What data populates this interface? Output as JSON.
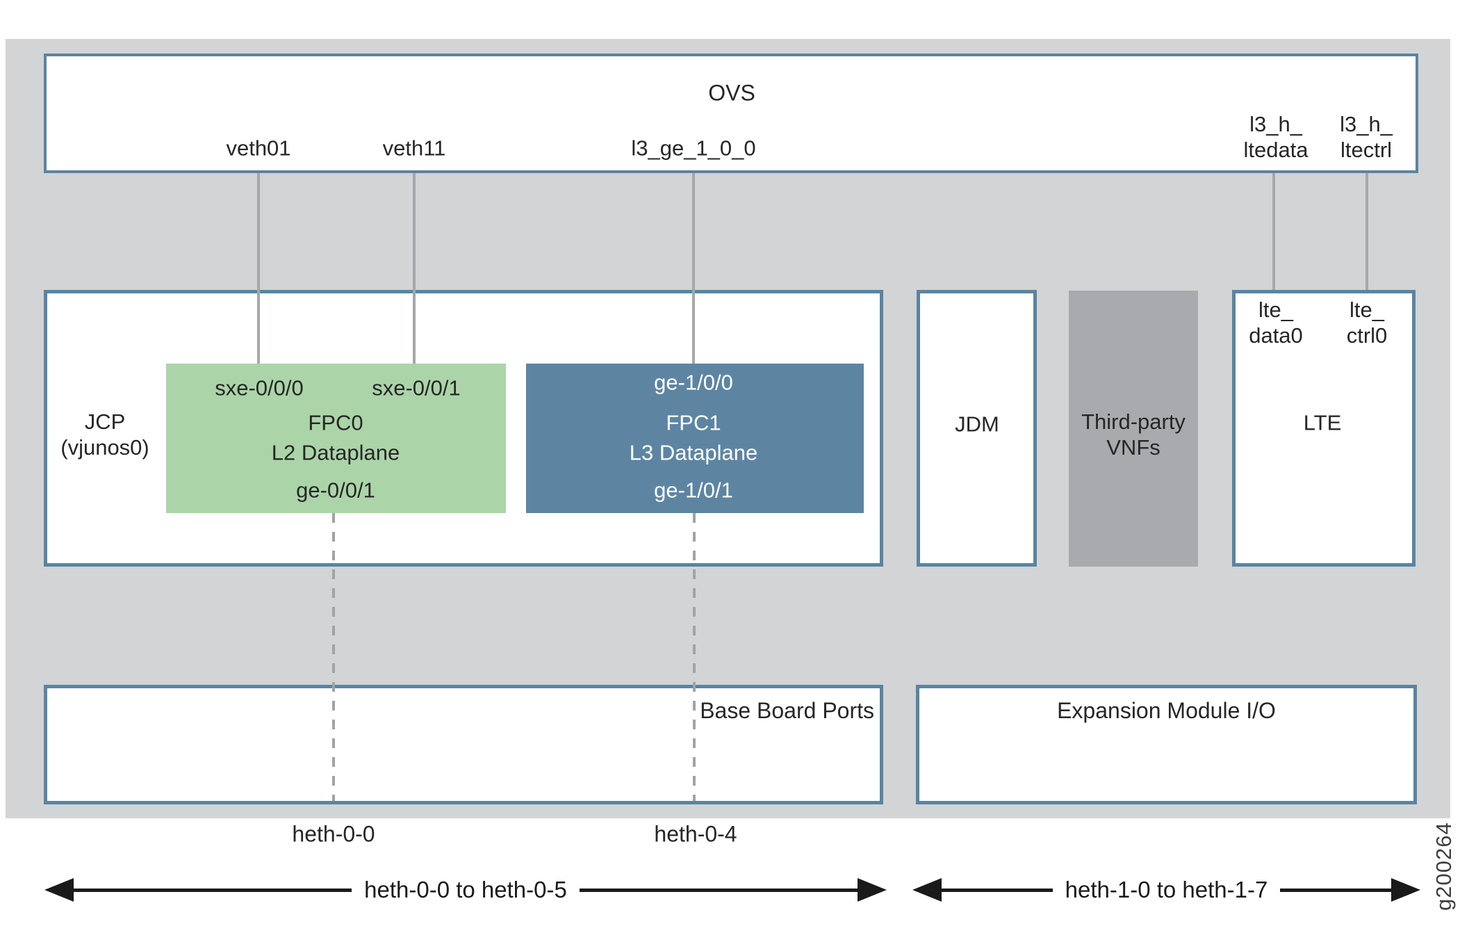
{
  "colors": {
    "panel_bg": "#d2d4d6",
    "box_border": "#5a84a2",
    "fpc0_fill": "#abd5a8",
    "fpc1_fill": "#5d85a2",
    "vnf_fill": "#a8aaad",
    "connector_gray": "#a5a7aa",
    "arrow_black": "#1a1a1a"
  },
  "ovs": {
    "title": "OVS",
    "ports": {
      "veth01": "veth01",
      "veth11": "veth11",
      "l3_ge_1_0_0": "l3_ge_1_0_0",
      "ltedata": {
        "line1": "l3_h_",
        "line2": "ltedata"
      },
      "ltectrl": {
        "line1": "l3_h_",
        "line2": "ltectrl"
      }
    }
  },
  "jcp": {
    "label": {
      "line1": "JCP",
      "line2": "(vjunos0)"
    },
    "fpc0": {
      "port_left": "sxe-0/0/0",
      "port_right": "sxe-0/0/1",
      "name": "FPC0",
      "dataplane": "L2 Dataplane",
      "port_bottom": "ge-0/0/1"
    },
    "fpc1": {
      "port_top": "ge-1/0/0",
      "name": "FPC1",
      "dataplane": "L3 Dataplane",
      "port_bottom": "ge-1/0/1"
    }
  },
  "jdm": {
    "label": "JDM"
  },
  "third_party_vnfs": {
    "label": {
      "line1": "Third-party",
      "line2": "VNFs"
    }
  },
  "lte": {
    "label": "LTE",
    "ports": {
      "data0": {
        "line1": "lte_",
        "line2": "data0"
      },
      "ctrl0": {
        "line1": "lte_",
        "line2": "ctrl0"
      }
    }
  },
  "base_board": {
    "label": "Base Board Ports"
  },
  "expansion_module": {
    "label": "Expansion Module I/O"
  },
  "port_callouts": {
    "heth_0_0": "heth-0-0",
    "heth_0_4": "heth-0-4"
  },
  "range_arrows": {
    "base_board": "heth-0-0 to heth-0-5",
    "expansion": "heth-1-0 to heth-1-7"
  },
  "figure_id": "g200264"
}
